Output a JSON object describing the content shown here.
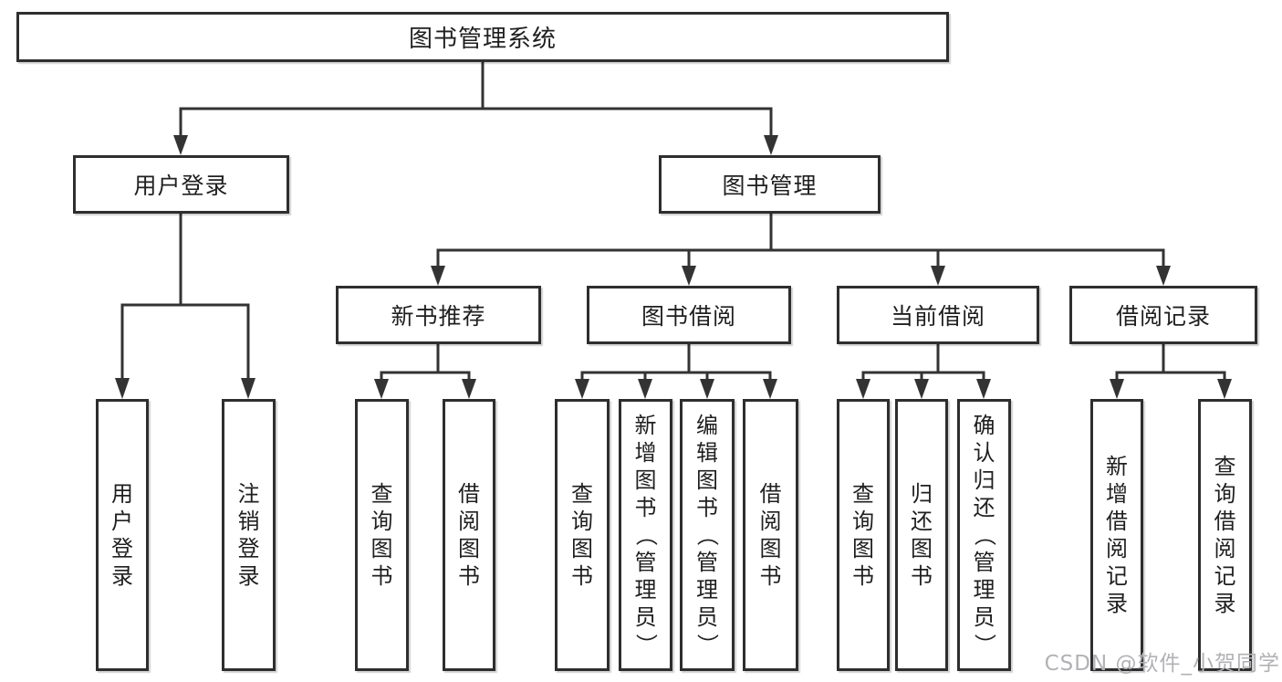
{
  "nodes": {
    "root": "图书管理系统",
    "user_login": "用户登录",
    "book_mgmt": "图书管理",
    "user_login_children": [
      "用户登录",
      "注销登录"
    ],
    "sections": [
      {
        "label": "新书推荐",
        "children": [
          "查询图书",
          "借阅图书"
        ]
      },
      {
        "label": "图书借阅",
        "children": [
          "查询图书",
          "新增图书（管理员）",
          "编辑图书（管理员）",
          "借阅图书"
        ]
      },
      {
        "label": "当前借阅",
        "children": [
          "查询图书",
          "归还图书",
          "确认归还（管理员）"
        ]
      },
      {
        "label": "借阅记录",
        "children": [
          "新增借阅记录",
          "查询借阅记录"
        ]
      }
    ]
  },
  "watermark": "CSDN @软件_小贺同学",
  "colors": {
    "line": "#333333",
    "box_border": "#2e2e2e",
    "text": "#1f1f1f",
    "watermark": "#b2b2b6",
    "background": "#ffffff"
  }
}
